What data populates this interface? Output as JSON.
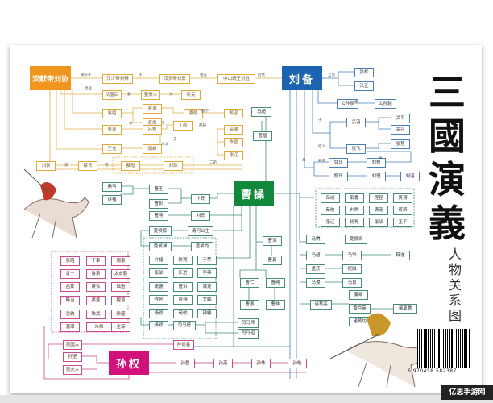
{
  "title": "三國演義",
  "subtitle": "人物关系图",
  "barcode_number": "6 970458 582387",
  "watermark": "亿思手游网",
  "colors": {
    "han": "#f0961e",
    "liu_bei": "#1d64b0",
    "cao_cao": "#12893a",
    "sun_quan": "#d1127a"
  },
  "main_figures": {
    "han": "汉献帝刘协",
    "liu_bei": "刘备",
    "cao_cao": "曹操",
    "sun_quan": "孙权"
  },
  "nodes": [
    "汉少帝刘辩",
    "汉灵帝刘宏",
    "中山靖王刘胜",
    "伏皇后",
    "董贵人",
    "伏完",
    "袁绍",
    "袁谭",
    "袁尚",
    "袁熙",
    "甄宓",
    "董卓",
    "吕布",
    "丁原",
    "高顺",
    "陈宫",
    "张辽",
    "王允",
    "貂蝉",
    "刘表",
    "蔡氏",
    "蔡瑁",
    "刘琮",
    "张松",
    "法正",
    "公孙瓒",
    "公孙越",
    "关羽",
    "关平",
    "关兴",
    "张飞",
    "张苞",
    "甘氏",
    "刘禅",
    "糜氏",
    "刘理",
    "刘谌",
    "马超",
    "曹植",
    "典韦",
    "许褚",
    "曹丕",
    "曹彰",
    "卞氏",
    "曹熊",
    "刘氏",
    "夏侯惇",
    "清河公主",
    "夏侯渊",
    "夏侯尚",
    "许褚",
    "徐晃",
    "于禁",
    "张郃",
    "乐进",
    "李典",
    "庞德",
    "曹洪",
    "满宠",
    "程昱",
    "贾诩",
    "文聘",
    "杨修",
    "荀攸",
    "钟繇",
    "杨修",
    "司马懿",
    "曹洪",
    "曹真",
    "曹仁",
    "曹纯",
    "曹泰",
    "曹休",
    "司马师",
    "司马昭",
    "荀彧",
    "郭嘉",
    "程昱",
    "贾诩",
    "荀攸",
    "刘晔",
    "满宠",
    "蒋济",
    "张辽",
    "徐晃",
    "张郃",
    "王平",
    "马腾",
    "马超",
    "马岱",
    "韩遂",
    "孟获",
    "祝融",
    "马谡",
    "马良",
    "诸葛亮",
    "姜维",
    "黄月英",
    "诸葛瞻",
    "诸葛均",
    "夏侯氏",
    "张昭",
    "丁奉",
    "周泰",
    "甘宁",
    "鲁肃",
    "太史慈",
    "吕蒙",
    "蒋钦",
    "陆逊",
    "韩当",
    "黄盖",
    "程普",
    "凌统",
    "陈武",
    "徐盛",
    "潘璋",
    "朱桓",
    "全琮",
    "吴国太",
    "孙坚",
    "吴夫人",
    "孙尚香",
    "孙登",
    "孙亮",
    "孙休",
    "孙皓"
  ],
  "relations": [
    "嫡长子",
    "子",
    "祖先",
    "后代",
    "皇后",
    "妻",
    "父",
    "女",
    "子",
    "义父",
    "部将",
    "部下",
    "夫",
    "弟",
    "兄",
    "二弟",
    "三弟",
    "妻",
    "子",
    "结义",
    "养子",
    "妹",
    "母",
    "子"
  ]
}
